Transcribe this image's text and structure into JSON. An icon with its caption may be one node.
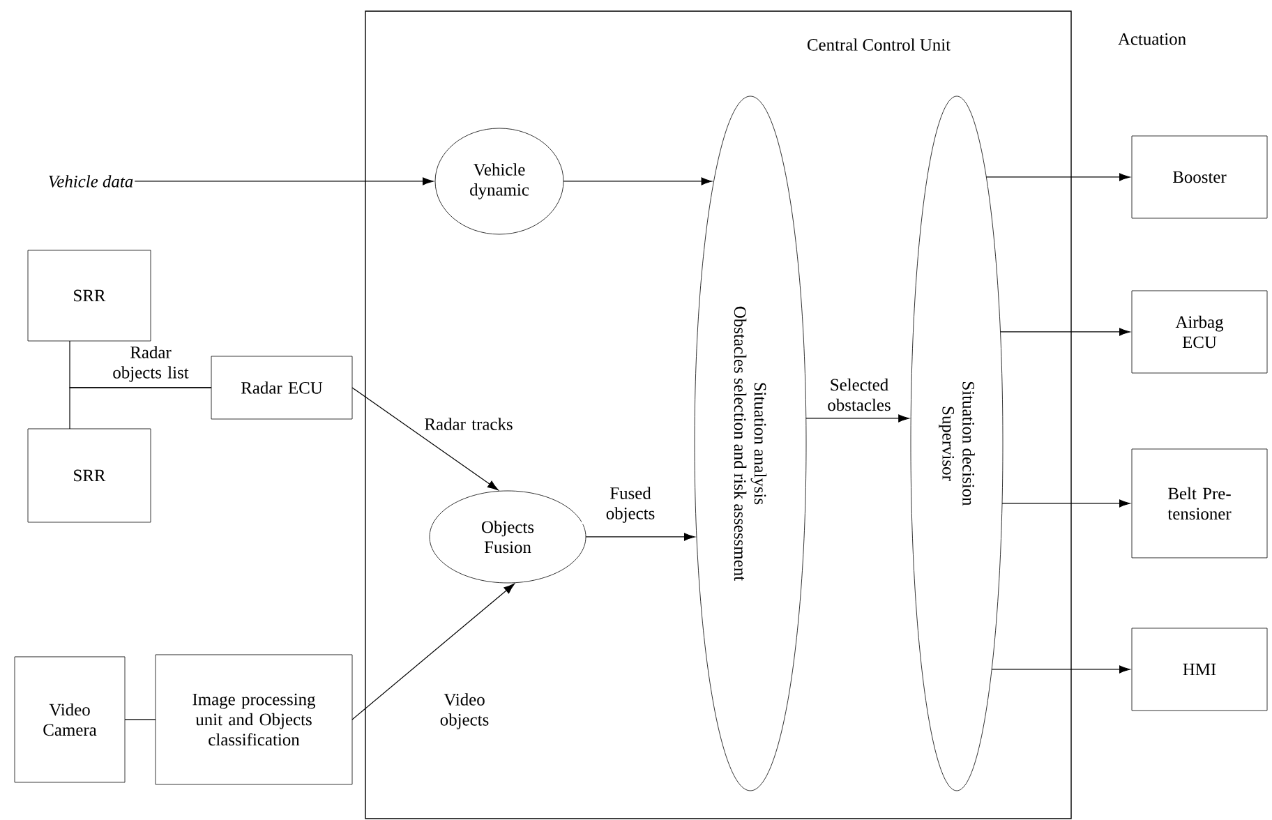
{
  "diagram": {
    "nodes": [
      {
        "text": [
          "Central Control Unit"
        ]
      },
      {
        "text": [
          "Vehicle data"
        ]
      },
      {
        "text": [
          "Vehicle dynamic"
        ],
        "in": 0
      },
      {
        "text": [
          "SRR"
        ]
      },
      {
        "text": [
          "SRR"
        ]
      },
      {
        "text": [
          "Radar ECU"
        ]
      },
      {
        "text": [
          "Objects Fusion"
        ],
        "in": 0
      },
      {
        "text": [
          "Video Camera"
        ]
      },
      {
        "text": [
          "Image processing unit and Objects classification"
        ]
      },
      {
        "text": [
          "Situation analysis",
          "Obstacles selection and risk assessment"
        ],
        "in": 0
      },
      {
        "text": [
          "Situation decision Supervisor"
        ],
        "in": 0
      },
      {
        "text": [
          "Booster"
        ]
      },
      {
        "text": [
          "Airbag ECU"
        ]
      },
      {
        "text": [
          "Belt Pre-tensioner"
        ]
      },
      {
        "text": [
          "HMI"
        ]
      }
    ],
    "edges": [
      {
        "from": 1,
        "to": 2,
        "arrow": "to"
      },
      {
        "from": 2,
        "to": 9,
        "arrow": "to"
      },
      {
        "from": 3,
        "to": 5,
        "arrow": "none",
        "label": "Radar objects list"
      },
      {
        "from": 4,
        "to": 5,
        "arrow": "none"
      },
      {
        "from": 5,
        "to": 6,
        "arrow": "to",
        "label": "Radar tracks"
      },
      {
        "from": 7,
        "to": 8,
        "arrow": "none"
      },
      {
        "from": 8,
        "to": 6,
        "arrow": "to",
        "label": "Video objects"
      },
      {
        "from": 6,
        "to": 9,
        "arrow": "to",
        "label": "Fused objects"
      },
      {
        "from": 9,
        "to": 10,
        "arrow": "to",
        "label": "Selected obstacles"
      },
      {
        "from": 10,
        "to": 11,
        "arrow": "to"
      },
      {
        "from": 10,
        "to": 12,
        "arrow": "to"
      },
      {
        "from": 10,
        "to": 13,
        "arrow": "to"
      },
      {
        "from": 10,
        "to": 14,
        "arrow": "to"
      }
    ],
    "labels": [
      "Actuation"
    ]
  }
}
